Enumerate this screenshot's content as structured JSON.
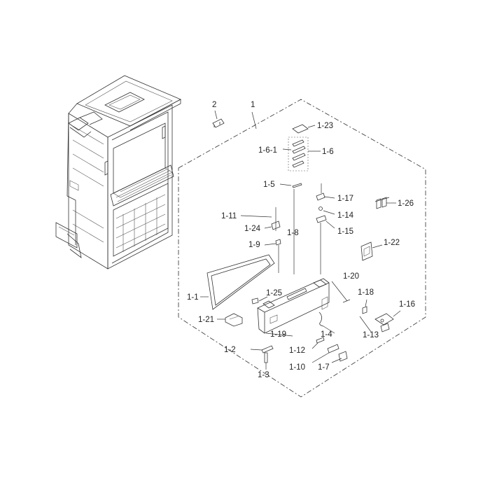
{
  "labels": {
    "l_2": "2",
    "l_1": "1",
    "l_1_23": "1-23",
    "l_1_6_1": "1-6-1",
    "l_1_6": "1-6",
    "l_1_5": "1-5",
    "l_1_17": "1-17",
    "l_1_26": "1-26",
    "l_1_14": "1-14",
    "l_1_11": "1-11",
    "l_1_24": "1-24",
    "l_1_15": "1-15",
    "l_1_8": "1-8",
    "l_1_9": "1-9",
    "l_1_22": "1-22",
    "l_1_20": "1-20",
    "l_1_18": "1-18",
    "l_1_1": "1-1",
    "l_1_25": "1-25",
    "l_1_16": "1-16",
    "l_1_21": "1-21",
    "l_1_19": "1-19",
    "l_1_4": "1-4",
    "l_1_13": "1-13",
    "l_1_2": "1-2",
    "l_1_12": "1-12",
    "l_1_10": "1-10",
    "l_1_7": "1-7",
    "l_1_3": "1-3"
  }
}
